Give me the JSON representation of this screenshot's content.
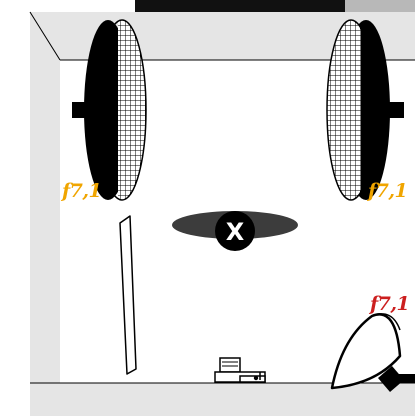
{
  "lighting_diagram": {
    "subject": {
      "mark": "X"
    },
    "lights": [
      {
        "modifier": "octabox",
        "side": "left",
        "fstop": "f7,1",
        "fstop_color": "#f0a500"
      },
      {
        "modifier": "octabox",
        "side": "right",
        "fstop": "f7,1",
        "fstop_color": "#f0a500"
      },
      {
        "modifier": "beauty dish",
        "side": "front-right",
        "fstop": "f7,1",
        "fstop_color": "#cc1f1f"
      }
    ],
    "reflector": {
      "side": "front-left"
    },
    "camera": {
      "position": "front"
    }
  },
  "colors": {
    "floor": "#ffffff",
    "walls": "#e5e5e5",
    "outline": "#000000",
    "subject_shadow": "#3c3c3c"
  }
}
